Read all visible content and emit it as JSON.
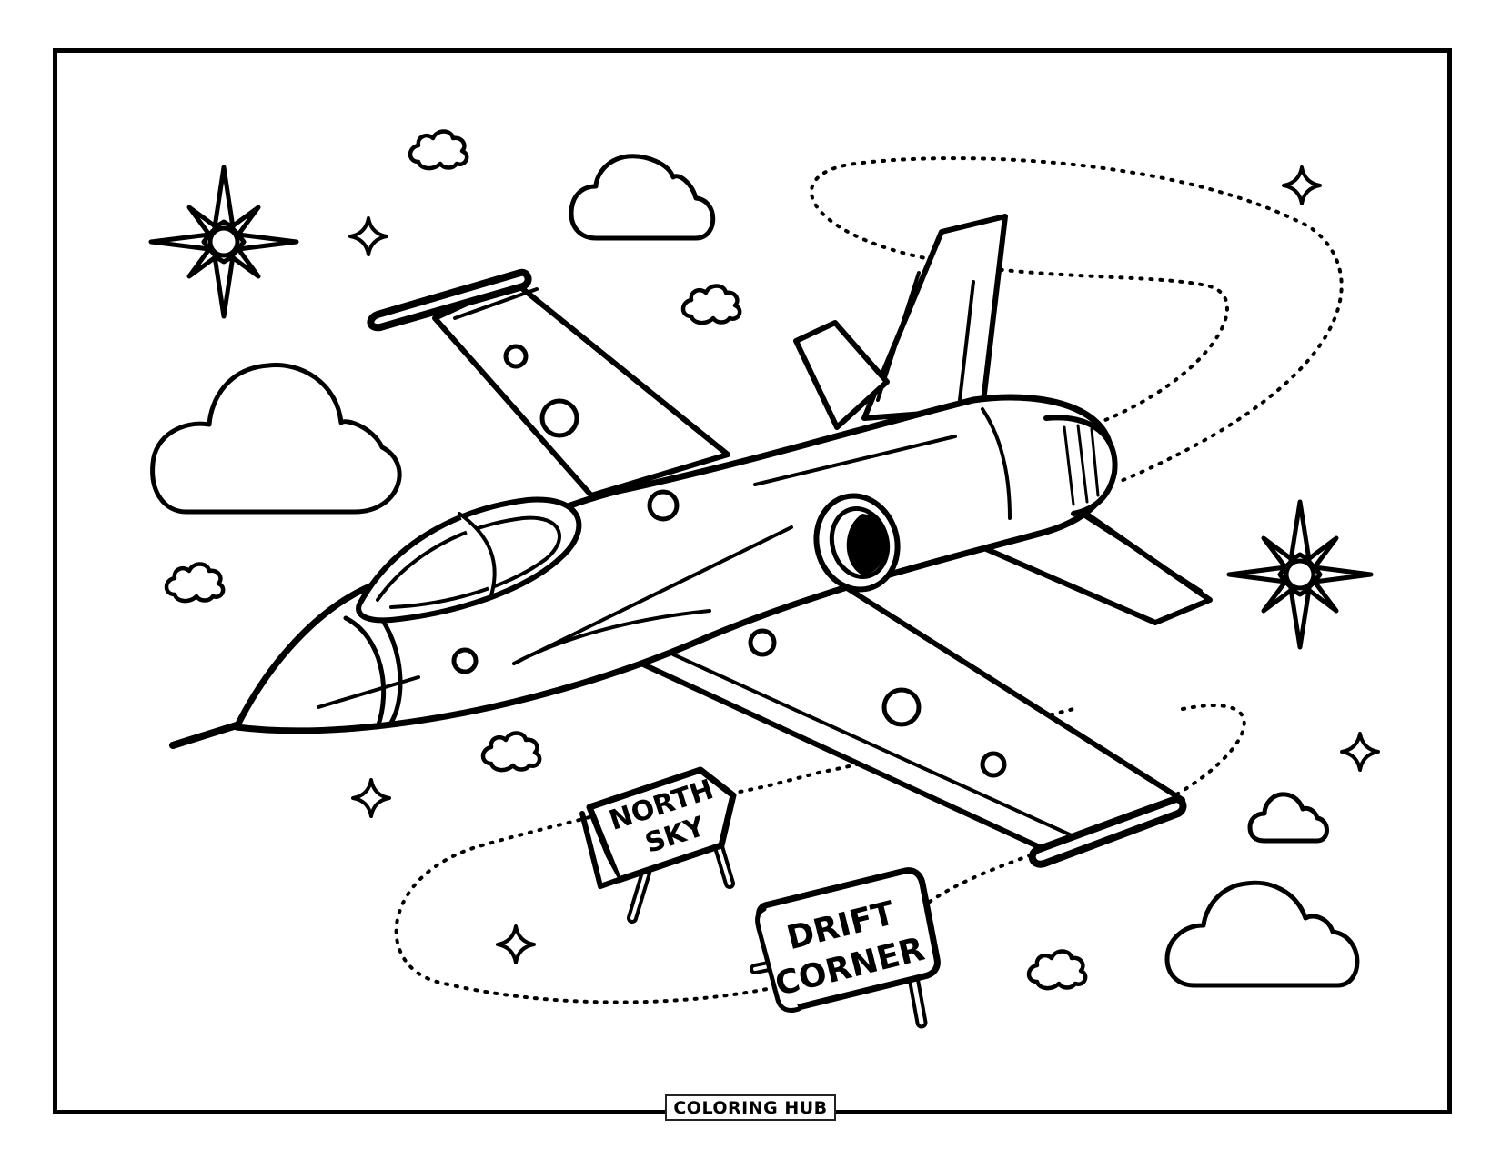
{
  "page": {
    "type": "coloring-page",
    "subject": "fighter jet flying through the sky"
  },
  "signs": [
    {
      "id": "north-sky",
      "lines": [
        "NORTH",
        "SKY"
      ]
    },
    {
      "id": "drift-corner",
      "lines": [
        "DRIFT",
        "CORNER"
      ]
    }
  ],
  "footer": {
    "brand": "COLORING HUB"
  },
  "colors": {
    "ink": "#000000",
    "paper": "#ffffff"
  }
}
